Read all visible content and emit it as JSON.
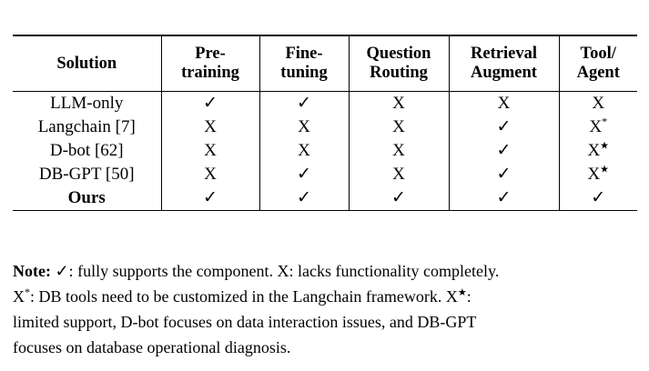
{
  "table": {
    "columns": [
      {
        "id": "solution",
        "label_line1": "Solution",
        "label_line2": ""
      },
      {
        "id": "pre_training",
        "label_line1": "Pre-",
        "label_line2": "training"
      },
      {
        "id": "fine_tuning",
        "label_line1": "Fine-",
        "label_line2": "tuning"
      },
      {
        "id": "question_routing",
        "label_line1": "Question",
        "label_line2": "Routing"
      },
      {
        "id": "retrieval_augment",
        "label_line1": "Retrieval",
        "label_line2": "Augment"
      },
      {
        "id": "tool_agent",
        "label_line1": "Tool/",
        "label_line2": "Agent"
      }
    ],
    "rows": [
      {
        "solution": "LLM-only",
        "bold": false,
        "cells": [
          {
            "glyph": "✓",
            "sup": ""
          },
          {
            "glyph": "✓",
            "sup": ""
          },
          {
            "glyph": "X",
            "sup": ""
          },
          {
            "glyph": "X",
            "sup": ""
          },
          {
            "glyph": "X",
            "sup": ""
          }
        ]
      },
      {
        "solution": "Langchain [7]",
        "bold": false,
        "cells": [
          {
            "glyph": "X",
            "sup": ""
          },
          {
            "glyph": "X",
            "sup": ""
          },
          {
            "glyph": "X",
            "sup": ""
          },
          {
            "glyph": "✓",
            "sup": ""
          },
          {
            "glyph": "X",
            "sup": "*"
          }
        ]
      },
      {
        "solution": "D-bot [62]",
        "bold": false,
        "cells": [
          {
            "glyph": "X",
            "sup": ""
          },
          {
            "glyph": "X",
            "sup": ""
          },
          {
            "glyph": "X",
            "sup": ""
          },
          {
            "glyph": "✓",
            "sup": ""
          },
          {
            "glyph": "X",
            "sup": "★"
          }
        ]
      },
      {
        "solution": "DB-GPT [50]",
        "bold": false,
        "cells": [
          {
            "glyph": "X",
            "sup": ""
          },
          {
            "glyph": "✓",
            "sup": ""
          },
          {
            "glyph": "X",
            "sup": ""
          },
          {
            "glyph": "✓",
            "sup": ""
          },
          {
            "glyph": "X",
            "sup": "★"
          }
        ]
      },
      {
        "solution": "Ours",
        "bold": true,
        "cells": [
          {
            "glyph": "✓",
            "sup": ""
          },
          {
            "glyph": "✓",
            "sup": ""
          },
          {
            "glyph": "✓",
            "sup": ""
          },
          {
            "glyph": "✓",
            "sup": ""
          },
          {
            "glyph": "✓",
            "sup": ""
          }
        ]
      }
    ]
  },
  "note": {
    "label": "Note:",
    "line1_a": "✓",
    "line1_b": ": fully supports the component. X: lacks functionality completely.",
    "line2_mark": "X",
    "line2_sup": "*",
    "line2_text": ": DB tools need to be customized in the Langchain framework.",
    "line2_tail_mark": "X",
    "line2_tail_sup": "★",
    "line2_tail_text": ":",
    "line3": "limited support, D-bot focuses on data interaction issues, and DB-GPT",
    "line4": "focuses on database operational diagnosis."
  },
  "clipped_remnant": " "
}
